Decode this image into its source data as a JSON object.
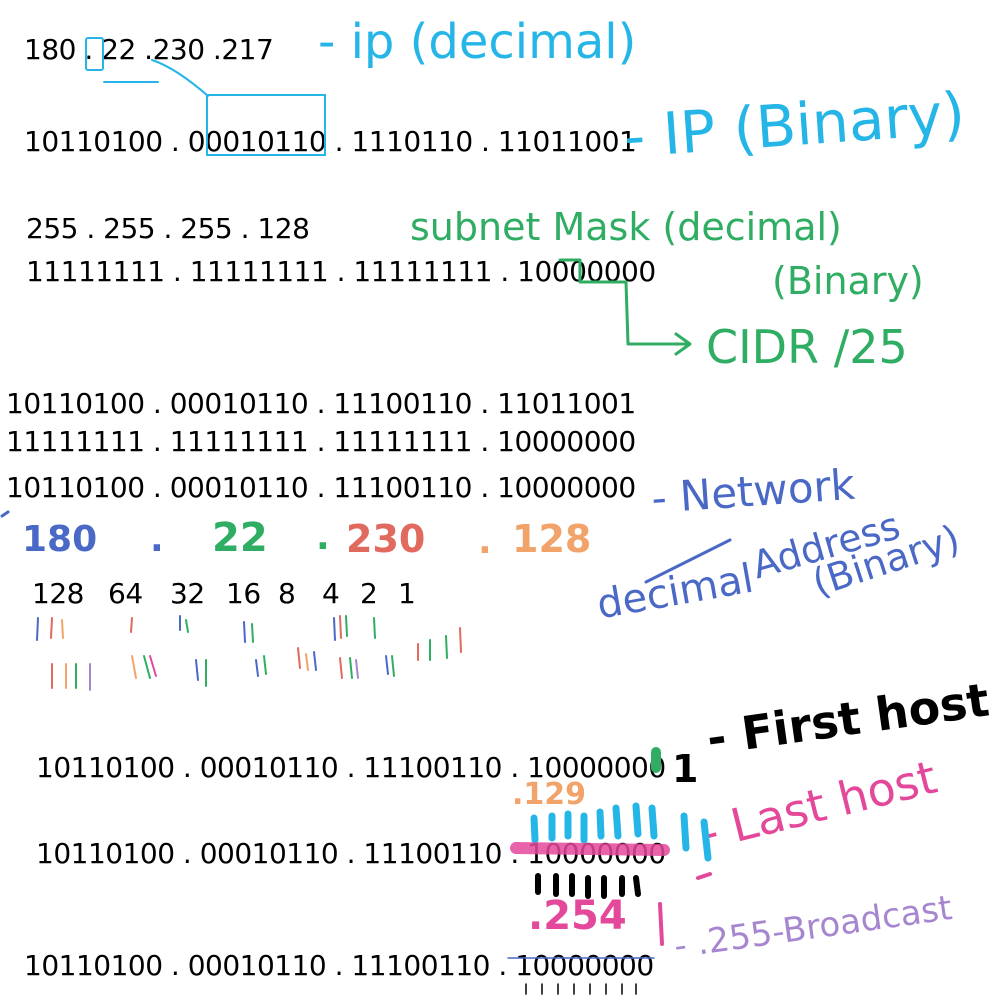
{
  "colors": {
    "blue": "#25b5e6",
    "green": "#2fad62",
    "navy": "#4a69c6",
    "red": "#e06a5e",
    "orange": "#f2a36a",
    "pink": "#e4489b",
    "purple": "#a687cf",
    "black": "#000000"
  },
  "section_ip": {
    "ip_decimal": "180 . 22 .230 .217",
    "ip_decimal_label": "- ip (decimal)",
    "ip_binary": "10110100 . 00010110 . 1110110 . 11011001",
    "ip_binary_label": "- IP (Binary)"
  },
  "section_mask": {
    "mask_decimal": "255 . 255 . 255 . 128",
    "mask_binary": "11111111 . 11111111 . 11111111 . 10000000",
    "mask_decimal_label": "subnet Mask (decimal)",
    "mask_binary_label": "(Binary)",
    "cidr_label": "CIDR /25"
  },
  "section_and": {
    "ip_binary": "10110100 . 00010110 . 11100110 . 11011001",
    "mask_binary": "11111111 . 11111111 . 11111111 . 10000000",
    "network_binary": "10110100 . 00010110 . 11100110 . 10000000",
    "network_decimal": {
      "octet1": "180",
      "dot1": ".",
      "octet2": "22",
      "dot2": ".",
      "octet3": "230",
      "dot3": ".",
      "octet4": "128"
    },
    "network_label": "- Network",
    "decimal_label": "decimal",
    "address_label": "Address",
    "binary_label": "(Binary)"
  },
  "place_values": [
    "128",
    "64",
    "32",
    "16",
    "8",
    "4",
    "2",
    "1"
  ],
  "section_hosts": {
    "first_host_binary": "10110100 . 00010110 . 11100110 . 10000000",
    "first_host_suffix": "1",
    "first_host_label": "- First host",
    "first_host_decimal": ".129",
    "last_host_binary": "10110100 . 00010110 . 11100110 . 10000000",
    "last_host_label": "- Last host",
    "last_host_decimal": ".254",
    "broadcast_binary": "10110100 . 00010110 . 11100110 . 10000000",
    "broadcast_label": "- .255-Broadcast"
  }
}
